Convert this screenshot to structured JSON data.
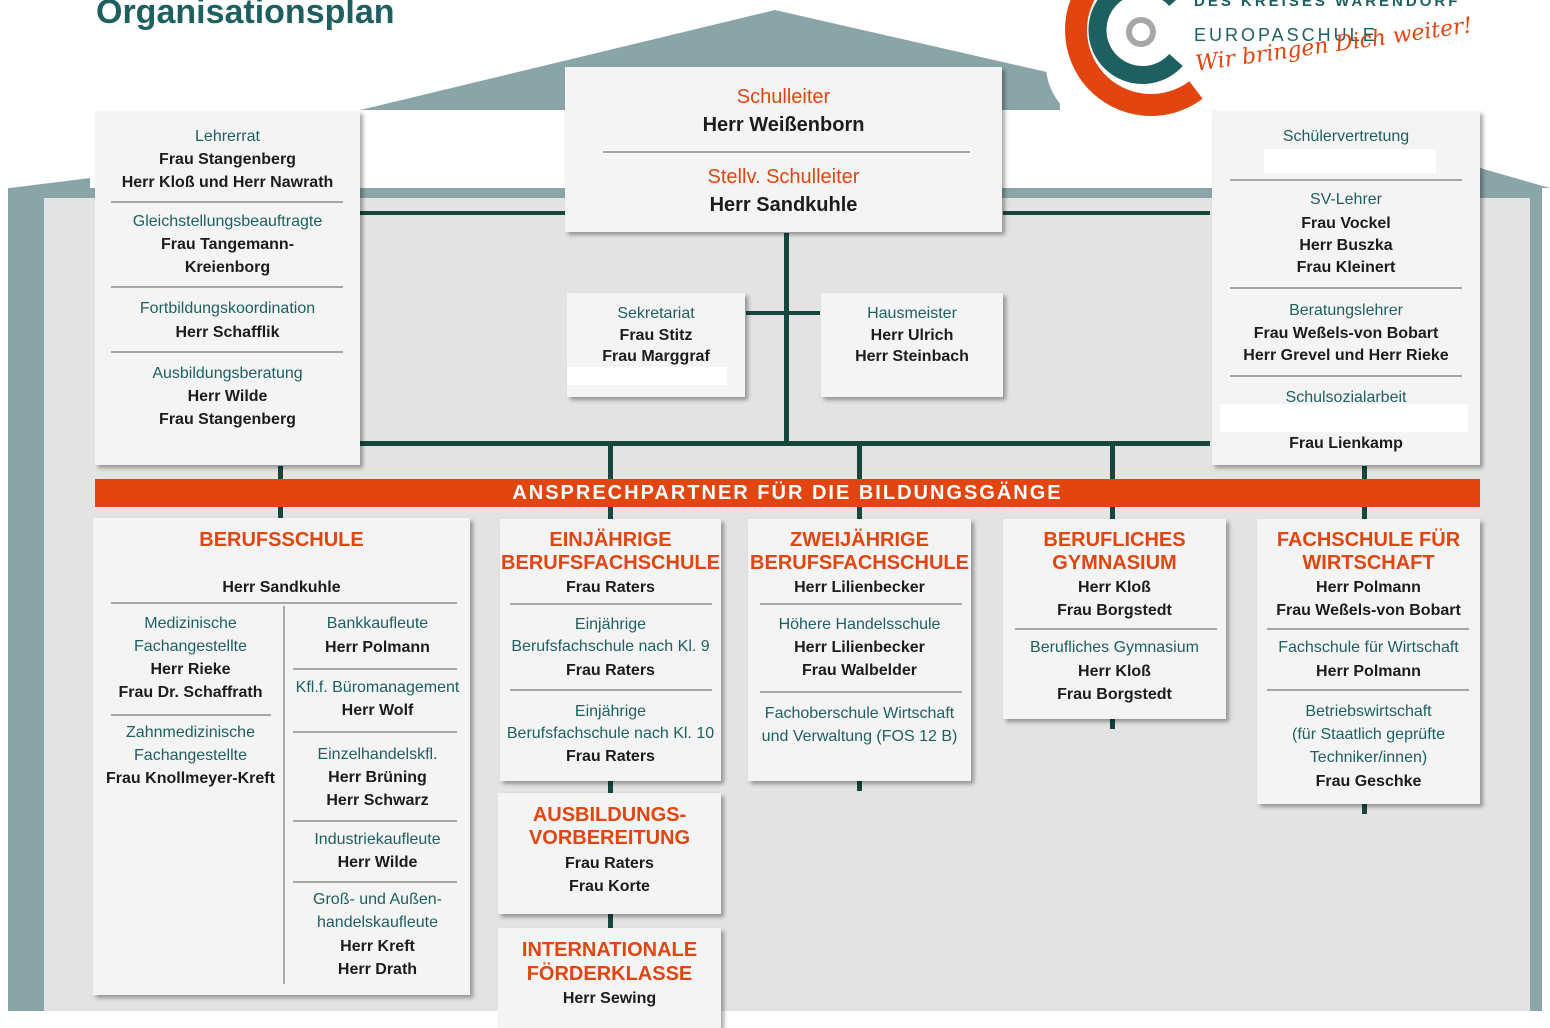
{
  "title": "Organisationsplan",
  "logo": {
    "line1": "DES KREISES WARENDORF",
    "line2": "EUROPASCHULE",
    "slogan": "Wir bringen Dich weiter!"
  },
  "colors": {
    "accent": "#e2450f",
    "teal": "#1e5f5f",
    "roof": "#8aa5a8",
    "line": "#17463f"
  },
  "leitung": {
    "role1": "Schulleiter",
    "name1": "Herr Weißenborn",
    "role2": "Stellv. Schulleiter",
    "name2": "Herr Sandkuhle"
  },
  "sekretariat": {
    "role": "Sekretariat",
    "names": [
      "Frau Stitz",
      "Frau Marggraf"
    ]
  },
  "hausmeister": {
    "role": "Hausmeister",
    "names": [
      "Herr Ulrich",
      "Herr Steinbach"
    ]
  },
  "left_panel": [
    {
      "role": "Lehrerrat",
      "names": [
        "Frau Stangenberg",
        "Herr Kloß und Herr Nawrath"
      ]
    },
    {
      "role": "Gleichstellungsbeauftragte",
      "names": [
        "Frau Tangemann-",
        "Kreienborg"
      ]
    },
    {
      "role": "Fortbildungskoordination",
      "names": [
        "Herr Schafflik"
      ]
    },
    {
      "role": "Ausbildungsberatung",
      "names": [
        "Herr Wilde",
        "Frau Stangenberg"
      ]
    }
  ],
  "right_panel": [
    {
      "role": "Schülervertretung",
      "names": []
    },
    {
      "role": "SV-Lehrer",
      "names": [
        "Frau Vockel",
        "Herr Buszka",
        "Frau Kleinert"
      ]
    },
    {
      "role": "Beratungslehrer",
      "names": [
        "Frau Weßels-von Bobart",
        "Herr Grevel und Herr Rieke"
      ]
    },
    {
      "role": "Schulsozialarbeit",
      "names": [
        "Frau Lienkamp"
      ]
    }
  ],
  "banner": "ANSPRECHPARTNER FÜR DIE BILDUNGSGÄNGE",
  "berufsschule": {
    "title": "BERUFSSCHULE",
    "lead": "Herr Sandkuhle",
    "left_col": [
      {
        "role_lines": [
          "Medizinische",
          "Fachangestellte"
        ],
        "names": [
          "Herr Rieke",
          "Frau Dr. Schaffrath"
        ]
      },
      {
        "role_lines": [
          "Zahnmedizinische",
          "Fachangestellte"
        ],
        "names": [
          "Frau Knollmeyer-Kreft"
        ]
      }
    ],
    "right_col": [
      {
        "role_lines": [
          "Bankkaufleute"
        ],
        "names": [
          "Herr Polmann"
        ]
      },
      {
        "role_lines": [
          "Kfl.f. Büromanagement"
        ],
        "names": [
          "Herr Wolf"
        ]
      },
      {
        "role_lines": [
          "Einzelhandelskfl."
        ],
        "names": [
          "Herr Brüning",
          "Herr Schwarz"
        ]
      },
      {
        "role_lines": [
          "Industriekaufleute"
        ],
        "names": [
          "Herr Wilde"
        ]
      },
      {
        "role_lines": [
          "Groß- und Außen-",
          "handelskaufleute"
        ],
        "names": [
          "Herr Kreft",
          "Herr Drath"
        ]
      }
    ]
  },
  "einjaehrige": {
    "title_lines": [
      "EINJÄHRIGE",
      "BERUFSFACHSCHULE"
    ],
    "lead": "Frau Raters",
    "sections": [
      {
        "role_lines": [
          "Einjährige",
          "Berufsfachschule nach Kl. 9"
        ],
        "names": [
          "Frau Raters"
        ]
      },
      {
        "role_lines": [
          "Einjährige",
          "Berufsfachschule nach Kl. 10"
        ],
        "names": [
          "Frau Raters"
        ]
      }
    ]
  },
  "ausbildung": {
    "title_lines": [
      "AUSBILDUNGS-",
      "VORBEREITUNG"
    ],
    "names": [
      "Frau Raters",
      "Frau Korte"
    ]
  },
  "international": {
    "title_lines": [
      "INTERNATIONALE",
      "FÖRDERKLASSE"
    ],
    "names": [
      "Herr Sewing"
    ]
  },
  "zweijaehrige": {
    "title_lines": [
      "ZWEIJÄHRIGE",
      "BERUFSFACHSCHULE"
    ],
    "lead": "Herr Lilienbecker",
    "sections": [
      {
        "role_lines": [
          "Höhere Handelsschule"
        ],
        "names": [
          "Herr Lilienbecker",
          "Frau Walbelder"
        ]
      },
      {
        "role_lines": [
          "Fachoberschule Wirtschaft",
          "und Verwaltung (FOS 12 B)"
        ],
        "names": []
      }
    ]
  },
  "gymnasium": {
    "title_lines": [
      "BERUFLICHES",
      "GYMNASIUM"
    ],
    "leads": [
      "Herr Kloß",
      "Frau Borgstedt"
    ],
    "sections": [
      {
        "role_lines": [
          "Berufliches Gymnasium"
        ],
        "names": [
          "Herr Kloß",
          "Frau Borgstedt"
        ]
      }
    ]
  },
  "fachschule": {
    "title_lines": [
      "FACHSCHULE FÜR",
      "WIRTSCHAFT"
    ],
    "leads": [
      "Herr Polmann",
      "Frau Weßels-von Bobart"
    ],
    "sections": [
      {
        "role_lines": [
          "Fachschule für Wirtschaft"
        ],
        "names": [
          "Herr Polmann"
        ]
      },
      {
        "role_lines": [
          "Betriebswirtschaft",
          "(für Staatlich geprüfte",
          "Techniker/innen)"
        ],
        "names": [
          "Frau Geschke"
        ]
      }
    ]
  }
}
